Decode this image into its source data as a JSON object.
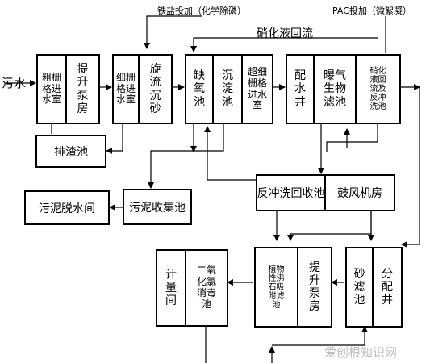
{
  "labels": {
    "input": "污水",
    "dosing_chem": "铁盐投加（化学除磷）",
    "dosing_pac": "PAC投加（微絮凝）",
    "nitrate_return": "硝化液回流"
  },
  "units": {
    "coarse_screen": "粗栅\n格进\n水室",
    "lift_pump_1": "提\n升\n泵\n房",
    "fine_screen": "细栅\n格进\n水室",
    "cyclone_grit": "旋\n流\n沉\n砂",
    "anoxic_tank": "缺\n氧\n池",
    "settling_tank": "沉\n淀\n池",
    "ultrafine_screen": "超细\n栅格\n进水\n室",
    "distribution_well": "配\n水\n井",
    "aerated_biofilter": "曝气\n生物\n滤池",
    "nitrification_backwash": "硝化\n液回\n流及\n反冲\n洗池",
    "slag_tank": "排渣池",
    "sludge_collection": "污泥收集池",
    "sludge_dewatering": "污泥脱水间",
    "backwash_recovery": "反冲洗回收池",
    "blower_room": "鼓风机房",
    "metering_room": "计\n量\n间",
    "chlorine_dioxide_disinfection": "二氧\n化氯\n消毒\n池",
    "zeolite_filter": "植物\n性沸\n石吸\n附滤\n池",
    "lift_pump_2": "提\n升\n泵\n房",
    "sand_filter": "砂\n滤\n池",
    "distribution_well_2": "分\n配\n井"
  },
  "watermark": "爱创根知识网"
}
